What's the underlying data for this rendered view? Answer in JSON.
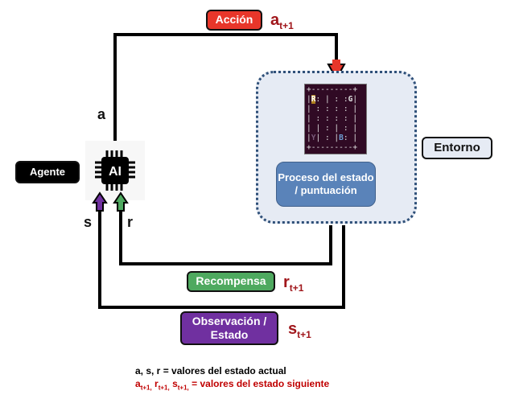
{
  "diagram": {
    "action": {
      "label": "Acción",
      "var": "a",
      "sub": "t+1",
      "color": "#e8362a"
    },
    "reward": {
      "label": "Recompensa",
      "var": "r",
      "sub": "t+1",
      "color": "#4ea95f"
    },
    "observation": {
      "label": "Observación /\nEstado",
      "var": "s",
      "sub": "t+1",
      "color": "#7030a0"
    },
    "agent": {
      "label": "Agente",
      "chip_text": "AI"
    },
    "environment": {
      "label": "Entorno",
      "process_label": "Proceso del estado / puntuación",
      "process_color": "#5a83b9"
    },
    "edge_labels": {
      "a": "a",
      "s": "s",
      "r": "r"
    },
    "grid_rows": [
      "+---------+",
      "|R: | : :G|",
      "| : : : : |",
      "| : : : : |",
      "| | : | : |",
      "|Y| : |B: |",
      "+---------+"
    ],
    "legend": {
      "current": "a, s, r = valores del estado actual",
      "next_vars": [
        "a",
        "r",
        "s"
      ],
      "next_sub": "t+1",
      "next_text": "= valores del estado siguiente"
    }
  }
}
